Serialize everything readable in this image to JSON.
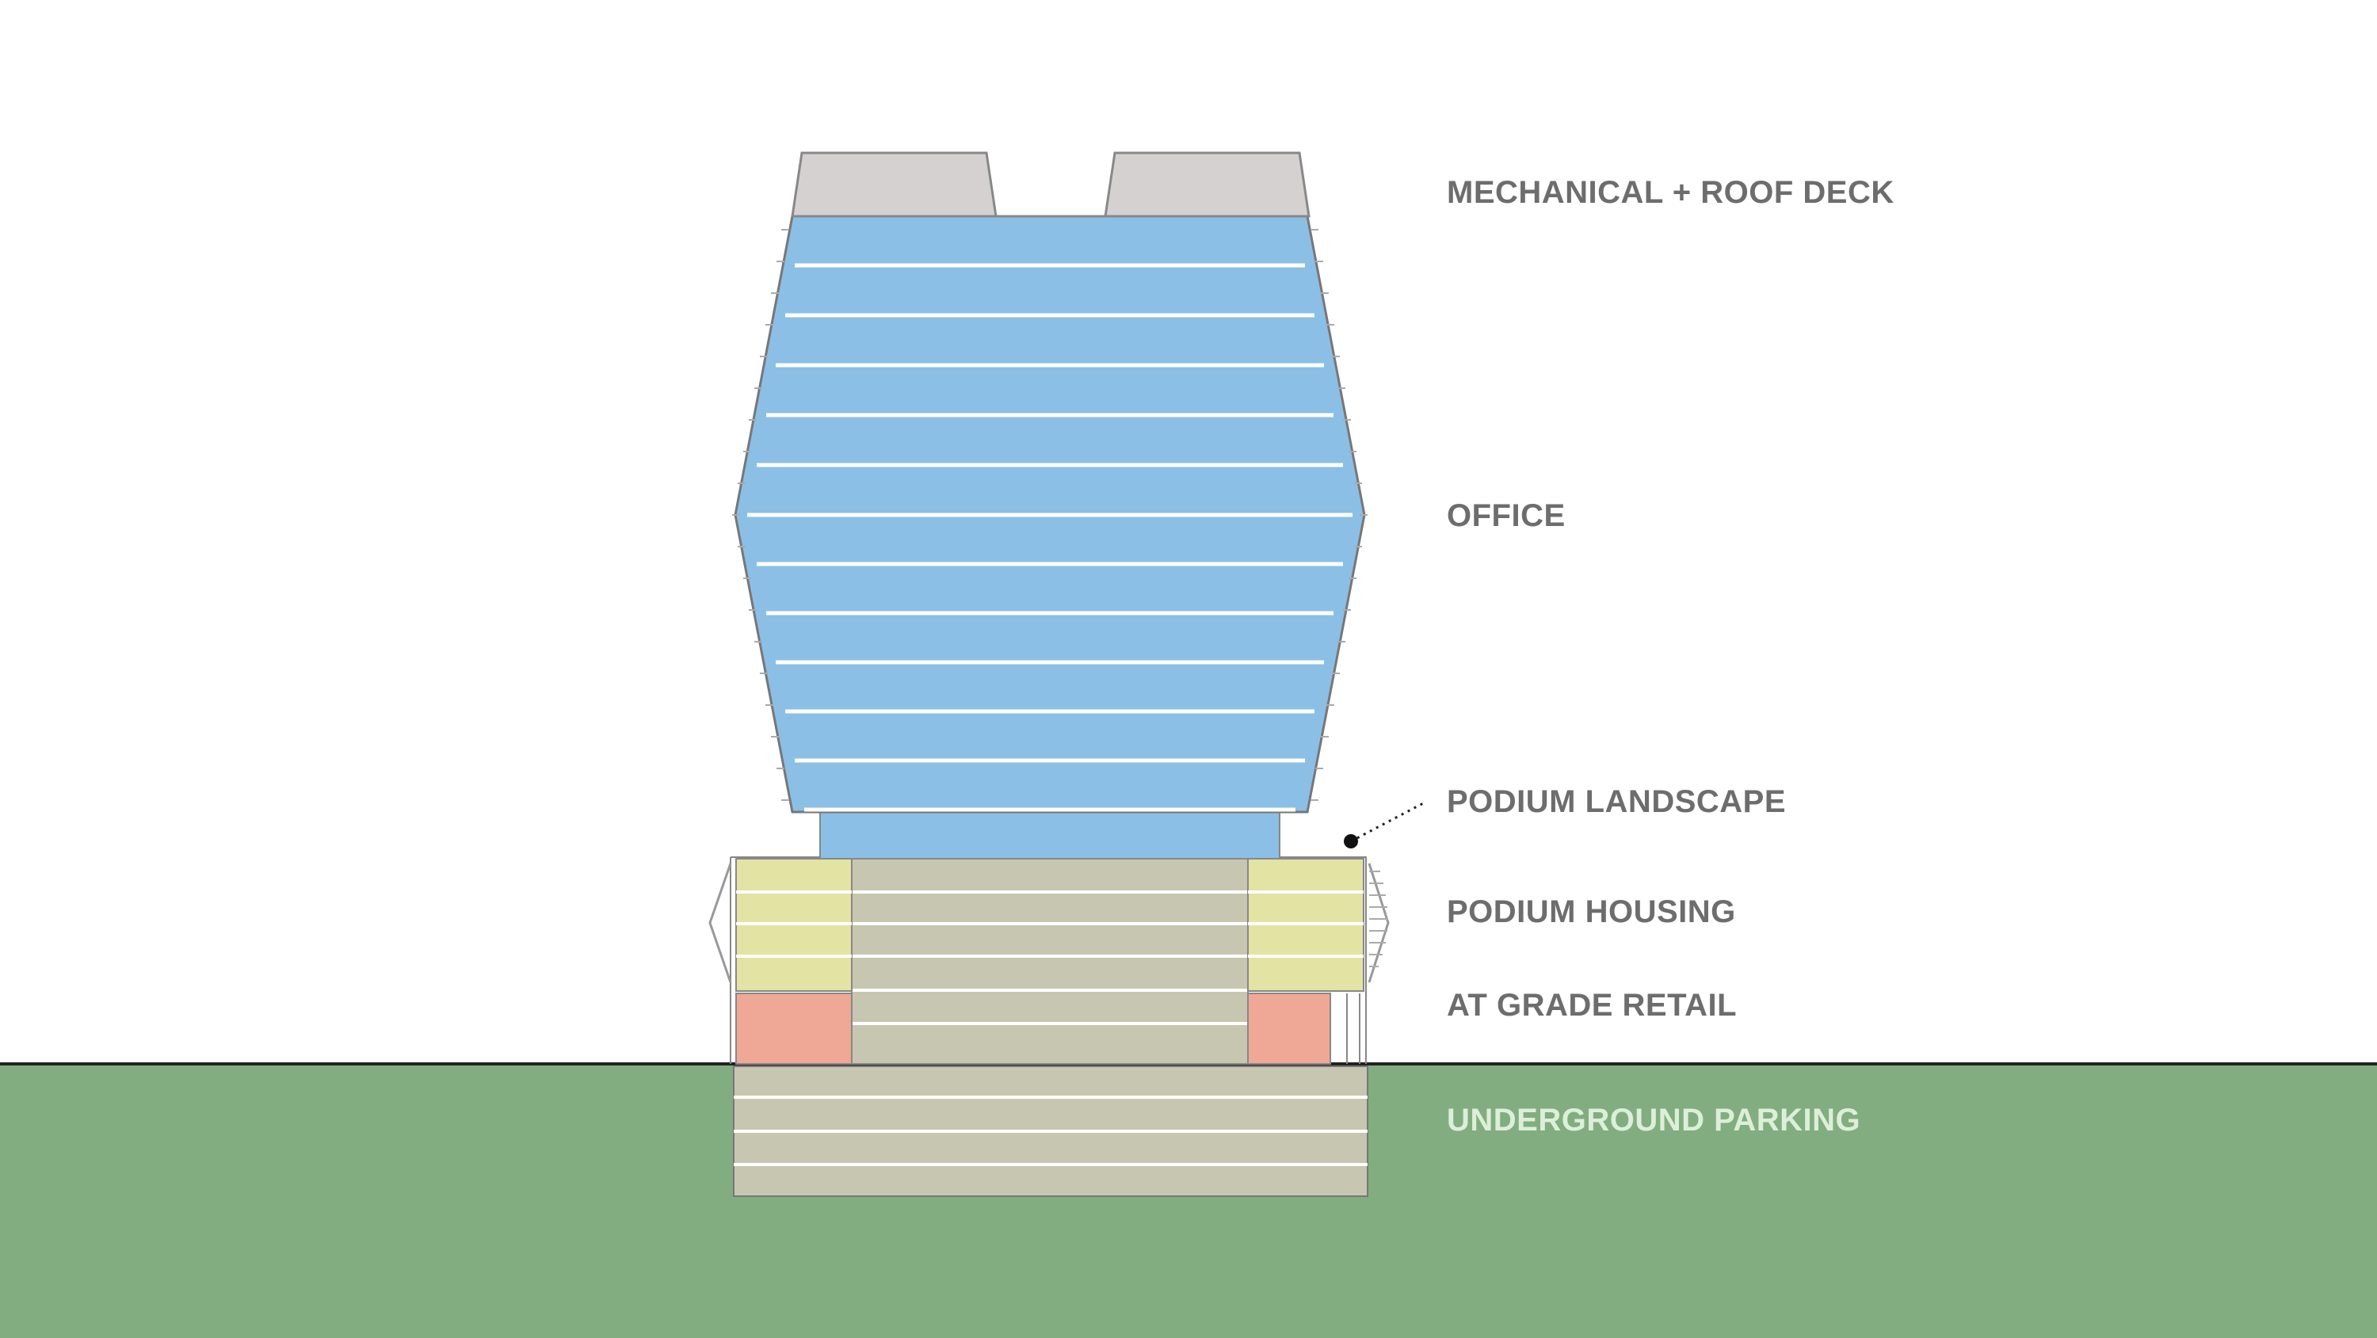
{
  "labels": {
    "mechanical": "MECHANICAL + ROOF DECK",
    "office": "OFFICE",
    "podium_landscape": "PODIUM LANDSCAPE",
    "podium_housing": "PODIUM HOUSING",
    "retail": "AT GRADE RETAIL",
    "parking": "UNDERGROUND PARKING"
  },
  "colors": {
    "mechanical": "#d6d1d1",
    "office": "#8bbfe6",
    "housing": "#e3e3a4",
    "core": "#c7c6b1",
    "retail": "#efa896",
    "ground": "#82ad80",
    "label_gray": "#6d6d6d",
    "label_light": "#dcefd8"
  }
}
